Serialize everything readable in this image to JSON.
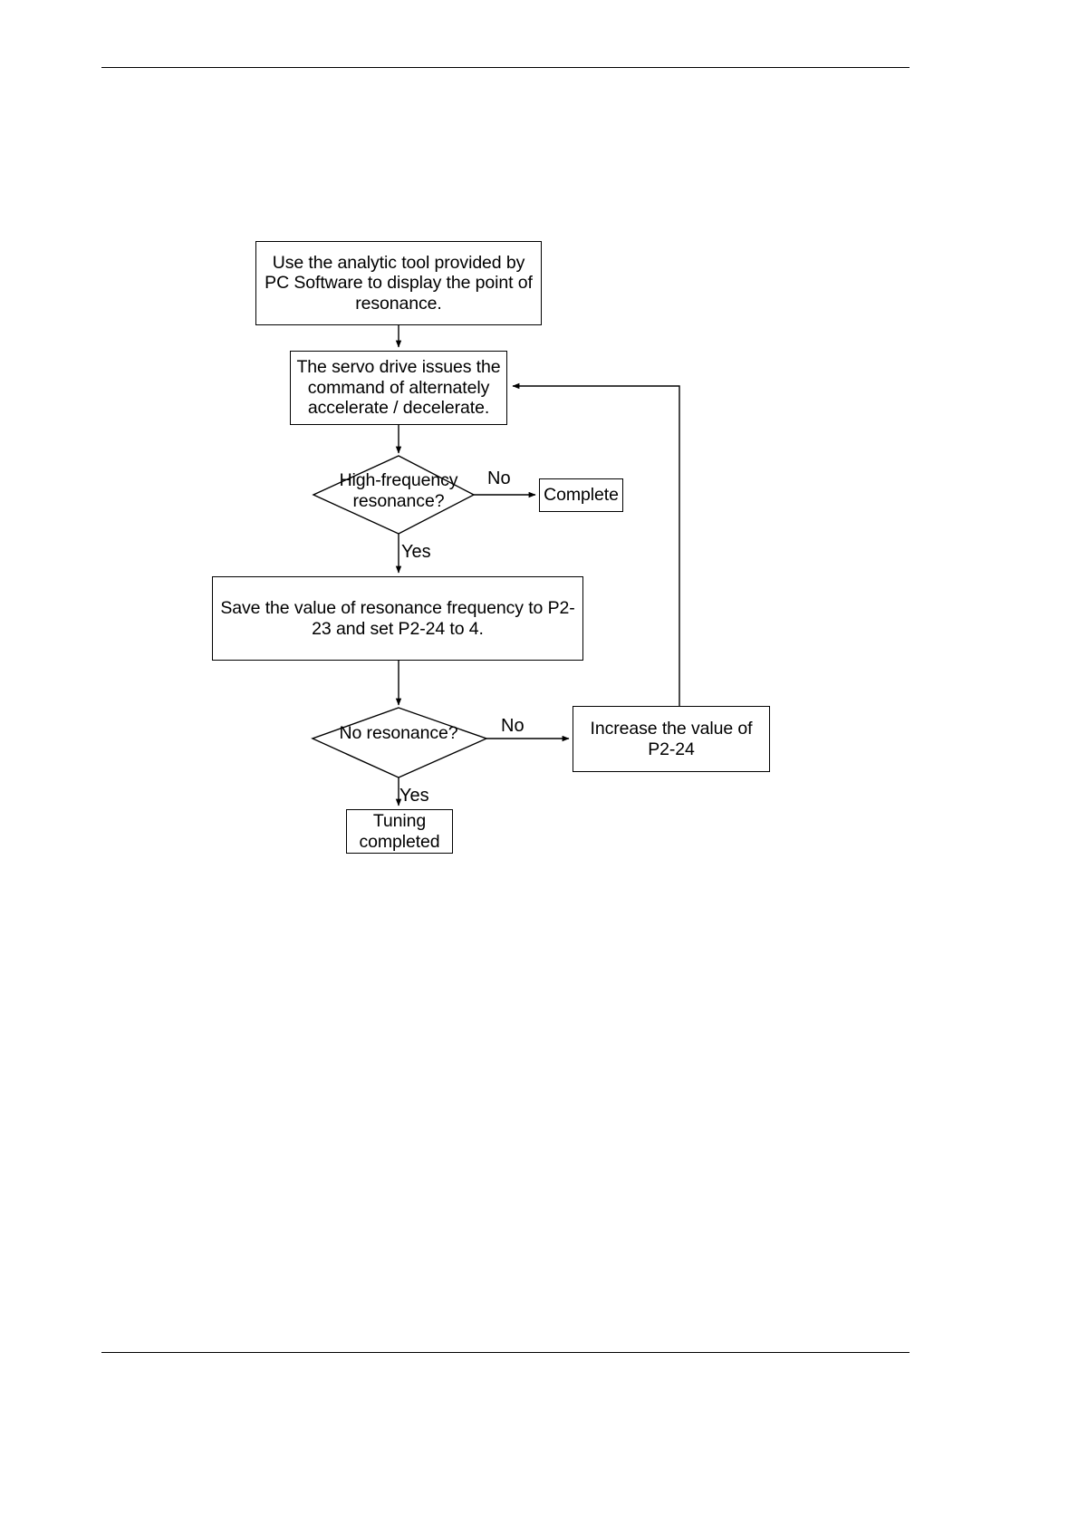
{
  "page": {
    "background_color": "#ffffff",
    "line_color": "#000000",
    "rules": {
      "top": "",
      "bottom": ""
    }
  },
  "flowchart": {
    "type": "flowchart",
    "title": "",
    "nodes": [
      {
        "id": "analytic",
        "shape": "process",
        "text": "Use the analytic tool provided by PC Software to display the point of resonance."
      },
      {
        "id": "servo",
        "shape": "process",
        "text": "The servo drive issues the command of alternately accelerate / decelerate."
      },
      {
        "id": "high_freq",
        "shape": "decision",
        "text": "High-frequency resonance?"
      },
      {
        "id": "complete",
        "shape": "process",
        "text": "Complete"
      },
      {
        "id": "save",
        "shape": "process",
        "text": "Save the value of resonance frequency to P2-23 and set P2-24 to 4."
      },
      {
        "id": "no_resonance",
        "shape": "decision",
        "text": "No resonance?"
      },
      {
        "id": "increase",
        "shape": "process",
        "text": "Increase the value of P2-24"
      },
      {
        "id": "tuning",
        "shape": "process",
        "text": "Tuning completed"
      }
    ],
    "edges": [
      {
        "from": "analytic",
        "to": "servo",
        "label": ""
      },
      {
        "from": "servo",
        "to": "high_freq",
        "label": ""
      },
      {
        "from": "high_freq",
        "to": "complete",
        "label": "No"
      },
      {
        "from": "high_freq",
        "to": "save",
        "label": "Yes"
      },
      {
        "from": "save",
        "to": "no_resonance",
        "label": ""
      },
      {
        "from": "no_resonance",
        "to": "increase",
        "label": "No"
      },
      {
        "from": "no_resonance",
        "to": "tuning",
        "label": "Yes"
      },
      {
        "from": "increase",
        "to": "servo",
        "label": ""
      }
    ],
    "edge_labels": {
      "high_freq_no": "No",
      "high_freq_yes": "Yes",
      "no_resonance_no": "No",
      "no_resonance_yes": "Yes"
    },
    "node_text": {
      "analytic_line1": "Use the analytic tool provided by",
      "analytic_line2": "PC Software to display the point of",
      "analytic_line3": "resonance.",
      "servo_line1": "The servo drive issues the",
      "servo_line2": "command of alternately",
      "servo_line3": "accelerate / decelerate.",
      "high_freq_line1": "High-frequency",
      "high_freq_line2": "resonance?",
      "complete": "Complete",
      "save_line1": "Save the value of resonance frequency to P2-",
      "save_line2": "23 and set P2-24 to 4.",
      "no_resonance": "No resonance?",
      "increase_line1": "Increase the value of",
      "increase_line2": "P2-24",
      "tuning_line1": "Tuning",
      "tuning_line2": "completed"
    }
  }
}
